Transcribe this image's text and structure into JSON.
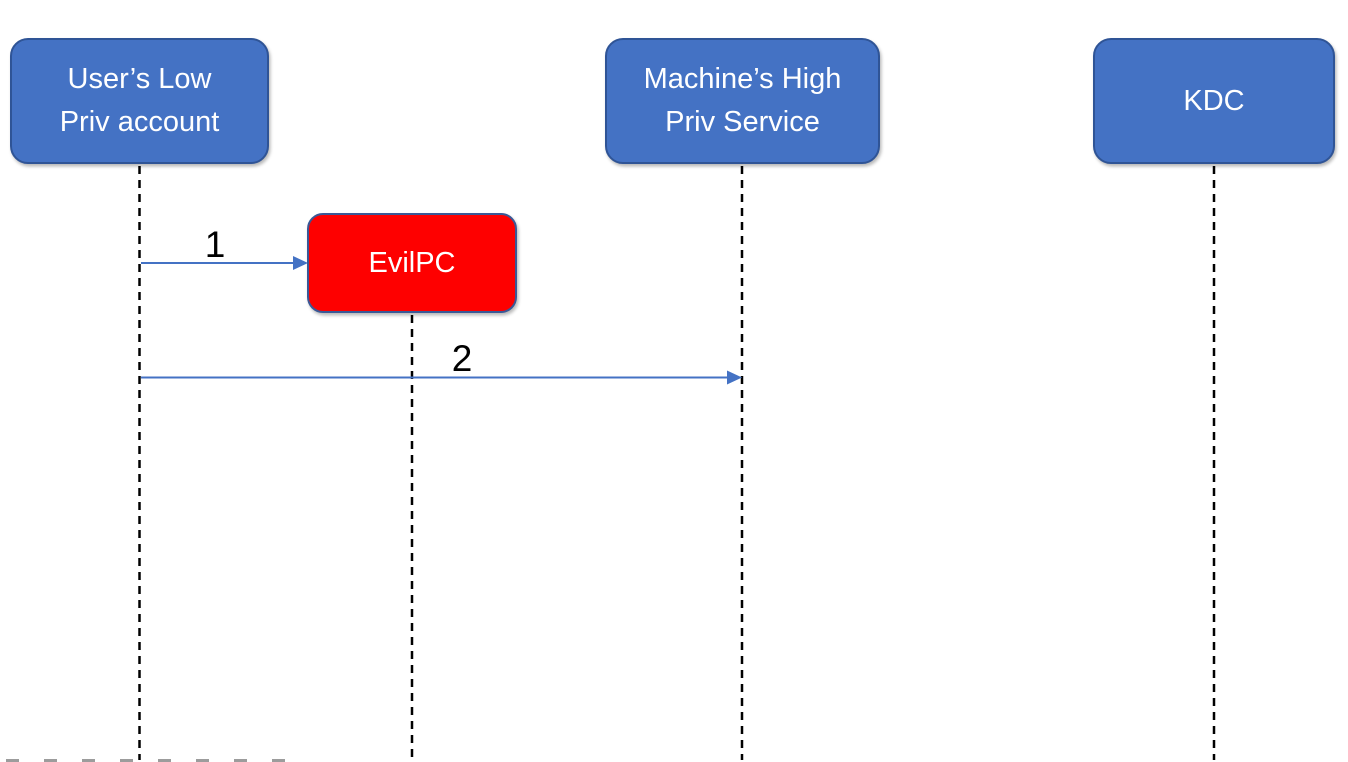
{
  "diagram": {
    "type": "sequence-diagram",
    "background": "#FFFFFF",
    "actors": [
      {
        "id": "user",
        "label": "User’s Low Priv account",
        "fill": "#4472C4",
        "border_color": "#2F5496",
        "text_color": "#FFFFFF"
      },
      {
        "id": "machine",
        "label": "Machine’s High Priv Service",
        "fill": "#4472C4",
        "border_color": "#2F5496",
        "text_color": "#FFFFFF"
      },
      {
        "id": "kdc",
        "label": "KDC",
        "fill": "#4472C4",
        "border_color": "#2F5496",
        "text_color": "#FFFFFF"
      }
    ],
    "nodes": [
      {
        "id": "evilpc",
        "label": "EvilPC",
        "fill": "#FE0000",
        "border_color": "#3A5896",
        "text_color": "#FFFFFF"
      }
    ],
    "messages": [
      {
        "label": "1",
        "from": "user",
        "to": "evilpc",
        "color": "#4472C4"
      },
      {
        "label": "2",
        "from": "user",
        "to": "machine",
        "color": "#4472C4"
      }
    ],
    "lifelines": [
      {
        "owner": "user"
      },
      {
        "owner": "evilpc"
      },
      {
        "owner": "machine"
      },
      {
        "owner": "kdc"
      }
    ],
    "lifeline_color": "#000000",
    "cutoff_dash_color": "#9C9C9C"
  }
}
